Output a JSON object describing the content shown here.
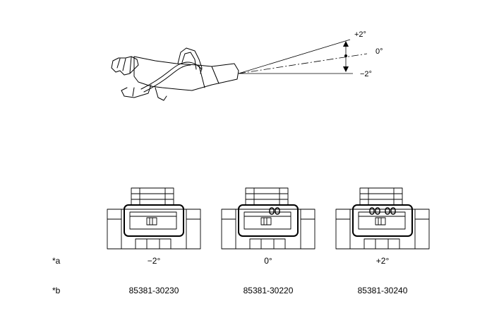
{
  "angle_indicator": {
    "upper_label": "+2°",
    "middle_label": "0°",
    "lower_label": "−2°"
  },
  "rows": {
    "a_label": "*a",
    "b_label": "*b"
  },
  "connectors": [
    {
      "angle": "−2°",
      "part_number": "85381-30230",
      "marks": 0
    },
    {
      "angle": "0°",
      "part_number": "85381-30220",
      "marks": 2
    },
    {
      "angle": "+2°",
      "part_number": "85381-30240",
      "marks": 4
    }
  ]
}
